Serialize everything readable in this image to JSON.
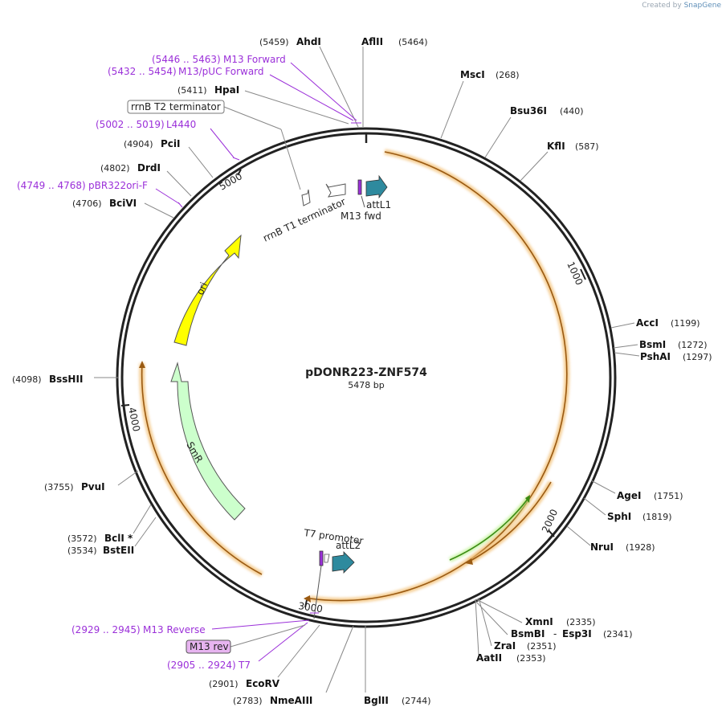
{
  "credit": {
    "prefix": "Created by",
    "brand": "SnapGene"
  },
  "plasmid": {
    "name": "pDONR223-ZNF574",
    "length_label": "5478 bp",
    "tick_labels": [
      "1000",
      "2000",
      "3000",
      "4000",
      "5000"
    ]
  },
  "colors": {
    "backbone": "#222222",
    "feature_magenta": "#9b30d9",
    "orf_orange": "#f3c27a",
    "ori_yellow": "#ffff00",
    "smr_green": "#ccffcc",
    "att_teal": "#2e8a9e",
    "inner_green": "#4caf1f"
  },
  "enzymes": [
    {
      "name": "AhdI",
      "pos": "(5459)"
    },
    {
      "name": "AflII",
      "pos": "(5464)"
    },
    {
      "name": "MscI",
      "pos": "(268)"
    },
    {
      "name": "Bsu36I",
      "pos": "(440)"
    },
    {
      "name": "KflI",
      "pos": "(587)"
    },
    {
      "name": "AccI",
      "pos": "(1199)"
    },
    {
      "name": "BsmI",
      "pos": "(1272)"
    },
    {
      "name": "PshAI",
      "pos": "(1297)"
    },
    {
      "name": "AgeI",
      "pos": "(1751)"
    },
    {
      "name": "SphI",
      "pos": "(1819)"
    },
    {
      "name": "NruI",
      "pos": "(1928)"
    },
    {
      "name": "XmnI",
      "pos": "(2335)"
    },
    {
      "name": "BsmBI",
      "pos": "(2341)",
      "extra": "Esp3I",
      "sep": "-"
    },
    {
      "name": "ZraI",
      "pos": "(2351)"
    },
    {
      "name": "AatII",
      "pos": "(2353)"
    },
    {
      "name": "BglII",
      "pos": "(2744)"
    },
    {
      "name": "NmeAIII",
      "pos": "(2783)"
    },
    {
      "name": "EcoRV",
      "pos": "(2901)"
    },
    {
      "name": "BclI *",
      "pos": "(3572)"
    },
    {
      "name": "BstEII",
      "pos": "(3534)"
    },
    {
      "name": "PvuI",
      "pos": "(3755)"
    },
    {
      "name": "BssHII",
      "pos": "(4098)"
    },
    {
      "name": "BciVI",
      "pos": "(4706)"
    },
    {
      "name": "DrdI",
      "pos": "(4802)"
    },
    {
      "name": "PciI",
      "pos": "(4904)"
    },
    {
      "name": "HpaI",
      "pos": "(5411)"
    }
  ],
  "features": [
    {
      "range": "(5446 .. 5463)",
      "name": "M13 Forward"
    },
    {
      "range": "(5432 .. 5454)",
      "name": "M13/pUC Forward"
    },
    {
      "range": "(5002 .. 5019)",
      "name": "L4440"
    },
    {
      "range": "(4749 .. 4768)",
      "name": "pBR322ori-F"
    },
    {
      "range": "(2929 .. 2945)",
      "name": "M13 Reverse"
    },
    {
      "range": "(2905 .. 2924)",
      "name": "T7"
    }
  ],
  "boxed_labels": {
    "rrnB_T2": "rrnB T2 terminator",
    "m13rev": "M13 rev"
  },
  "inner_labels": {
    "rrnB_T1": "rrnB T1 terminator",
    "attL1": "attL1",
    "m13fwd": "M13 fwd",
    "t7promoter": "T7 promoter",
    "attL2": "attL2",
    "ori": "ori",
    "smr": "SmR"
  }
}
